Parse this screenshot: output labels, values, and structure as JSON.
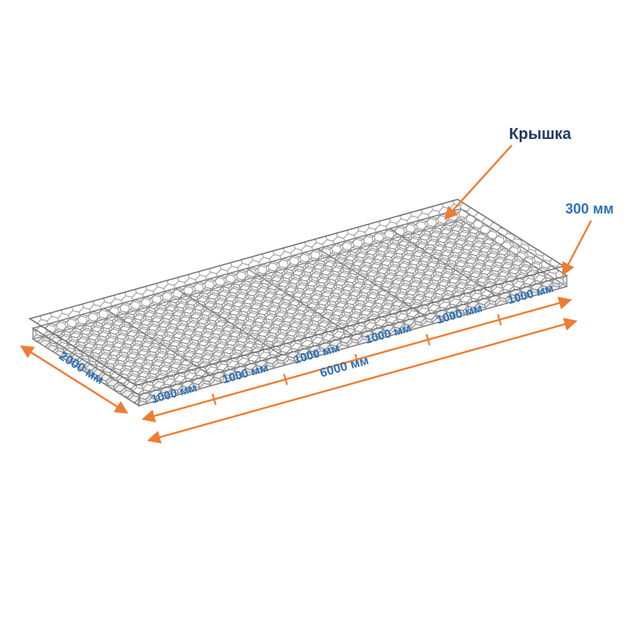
{
  "diagram": {
    "lid_label": "Крышка",
    "height_label": "300 мм",
    "segments": [
      "1000 мм",
      "1000 мм",
      "1000 мм",
      "1000 мм",
      "1000 мм",
      "1000 мм"
    ],
    "total_length_label": "6000 мм",
    "width_label": "2000 мм",
    "colors": {
      "dimension_line": "#ed7d31",
      "dimension_text": "#2a72b8",
      "lid_text": "#203864",
      "mesh_wire": "#8f8f8f",
      "mesh_edge": "#767676",
      "background": "#ffffff"
    }
  }
}
